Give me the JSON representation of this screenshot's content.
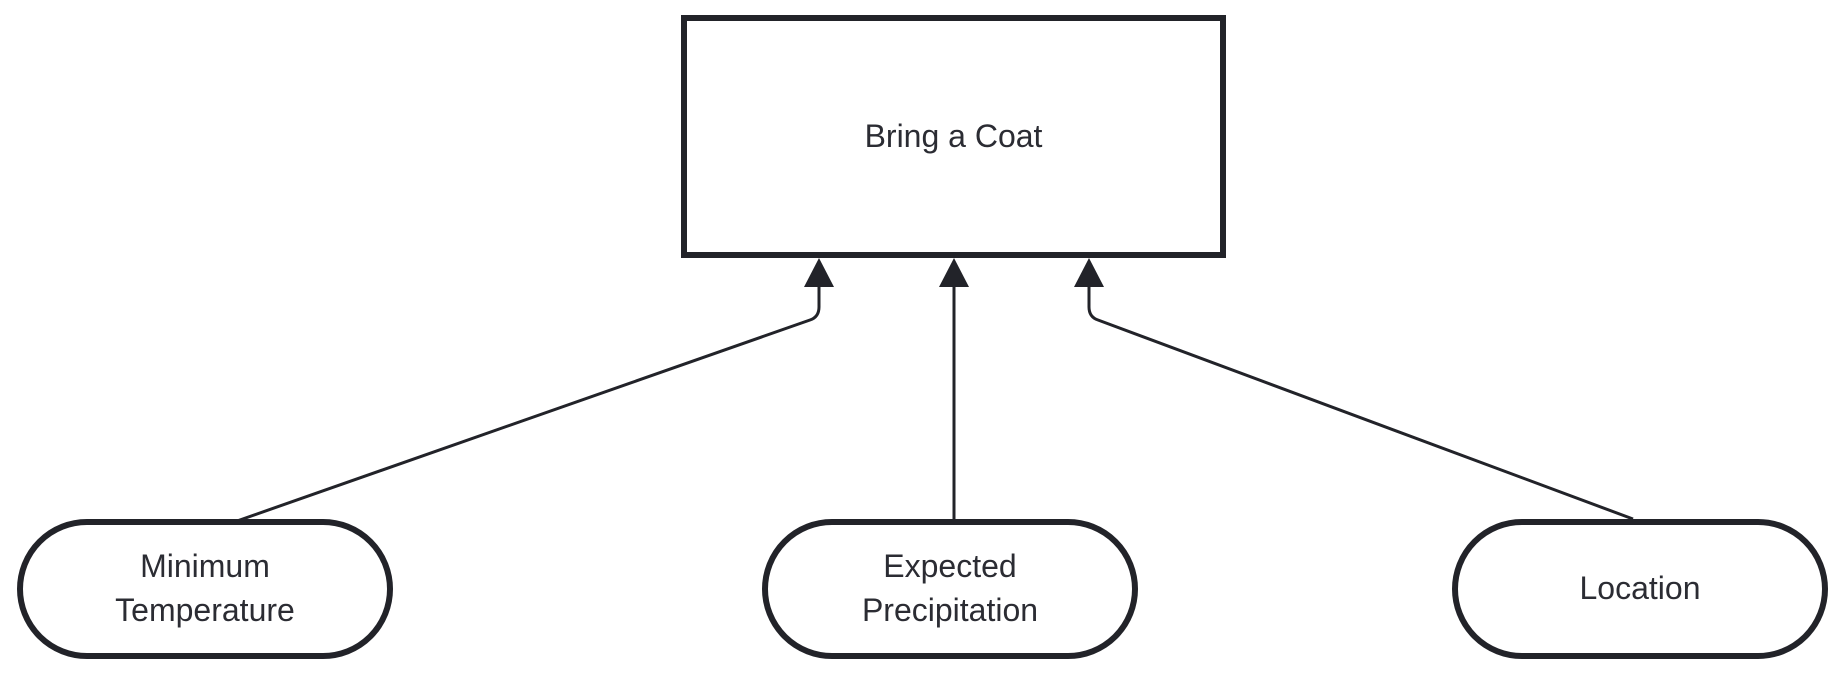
{
  "diagram": {
    "type": "flowchart-bottom-up",
    "decision_node": {
      "id": "bring-a-coat",
      "label": "Bring a Coat",
      "shape": "rectangle"
    },
    "factor_nodes": [
      {
        "id": "minimum-temperature",
        "label": "Minimum\nTemperature",
        "shape": "stadium"
      },
      {
        "id": "expected-precipitation",
        "label": "Expected\nPrecipitation",
        "shape": "stadium"
      },
      {
        "id": "location",
        "label": "Location",
        "shape": "stadium"
      }
    ],
    "edges": [
      {
        "from": "minimum-temperature",
        "to": "bring-a-coat",
        "arrow": "up"
      },
      {
        "from": "expected-precipitation",
        "to": "bring-a-coat",
        "arrow": "up"
      },
      {
        "from": "location",
        "to": "bring-a-coat",
        "arrow": "up"
      }
    ],
    "colors": {
      "stroke": "#222329",
      "text": "#2b2c33",
      "node_fill": "#ffffff",
      "background": "#ffffff"
    }
  }
}
